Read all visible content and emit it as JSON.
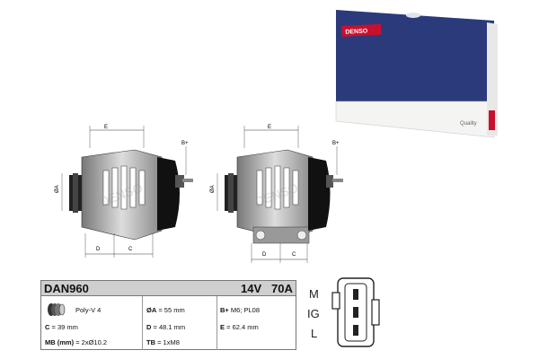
{
  "box": {
    "brand": "DENSO",
    "quality_text": "Quality"
  },
  "drawing": {
    "label_e": "E",
    "label_bplus": "B+",
    "label_oa": "ØA",
    "label_d": "D",
    "label_c": "C",
    "watermark": "DENSO"
  },
  "spec": {
    "part_number": "DAN960",
    "voltage": "14V",
    "amperage": "70A",
    "pulley_type": "Poly-V 4",
    "c_label": "C",
    "c_value": "= 39 mm",
    "mb_label": "MB (mm)",
    "mb_value": "= 2xØ10.2",
    "oa_label": "ØA",
    "oa_value": "= 55 mm",
    "d_label": "D",
    "d_value": "= 48.1 mm",
    "tb_label": "TB",
    "tb_value": "= 1xM8",
    "bplus_label": "B+",
    "bplus_value": "M6; PL08",
    "e_label": "E",
    "e_value": "= 62.4 mm"
  },
  "connector": {
    "pin_m": "M",
    "pin_ig": "IG",
    "pin_l": "L"
  },
  "colors": {
    "box_blue": "#2b3a7a",
    "denso_red": "#c8102e",
    "header_gray": "#cfcfcf"
  }
}
